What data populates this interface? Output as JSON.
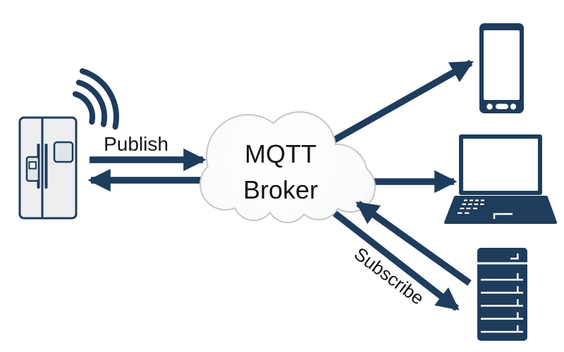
{
  "diagram": {
    "type": "mqtt-publish-subscribe-architecture",
    "background": "#ffffff",
    "colors": {
      "primary": "#1e3c5c",
      "cloud_stroke": "#c3c7ca",
      "device_fill": "#eceef0",
      "text": "#141414",
      "background": "#ffffff"
    },
    "broker": {
      "label": "MQTT Broker",
      "label_lines": [
        "MQTT",
        "Broker"
      ]
    },
    "labels": {
      "publish": "Publish",
      "subscribe": "Subscribe"
    },
    "nodes": [
      {
        "id": "refrigerator",
        "name": "smart-refrigerator",
        "kind": "publisher-device"
      },
      {
        "id": "broker",
        "name": "mqtt-broker-cloud",
        "label": "MQTT Broker",
        "kind": "broker"
      },
      {
        "id": "smartphone",
        "name": "smartphone",
        "kind": "subscriber-device"
      },
      {
        "id": "laptop",
        "name": "laptop",
        "kind": "subscriber-device"
      },
      {
        "id": "server",
        "name": "server",
        "kind": "subscriber-device"
      }
    ],
    "edges": [
      {
        "from": "refrigerator",
        "to": "broker",
        "label": "Publish"
      },
      {
        "from": "broker",
        "to": "refrigerator",
        "label": ""
      },
      {
        "from": "broker",
        "to": "smartphone",
        "label": ""
      },
      {
        "from": "broker",
        "to": "laptop",
        "label": ""
      },
      {
        "from": "server",
        "to": "broker",
        "label": "Subscribe"
      },
      {
        "from": "broker",
        "to": "server",
        "label": "Subscribe"
      }
    ]
  }
}
